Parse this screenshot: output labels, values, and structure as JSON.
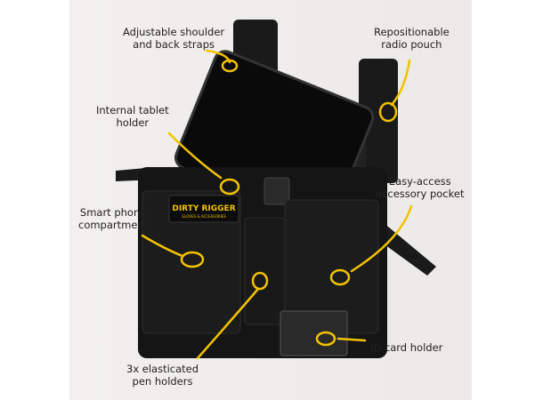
{
  "labels": {
    "straps": "Adjustable shoulder\nand back straps",
    "radio": "Repositionable\nradio pouch",
    "tablet": "Internal tablet\nholder",
    "accessory": "Easy-access\naccessory pocket",
    "phone": "Smart phone\ncompartment",
    "id": "ID card holder",
    "pens": "3x elasticated\npen holders"
  },
  "logo": {
    "brand": "DIRTY RIGGER",
    "tagline": "GLOVES & ACCESSORIES"
  },
  "colors": {
    "accent": "#f2c200",
    "bag": "#151515",
    "tablet": "#0a0a0a"
  }
}
